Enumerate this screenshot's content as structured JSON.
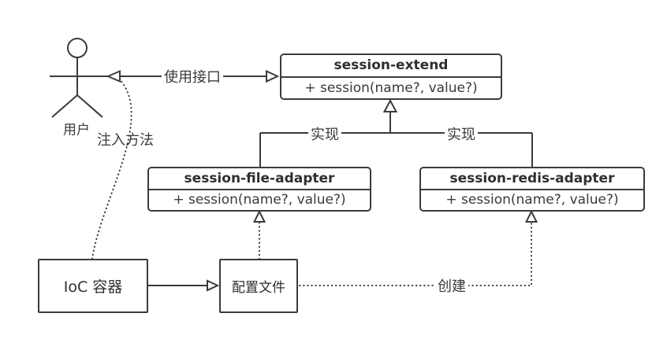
{
  "actor": {
    "label": "用户"
  },
  "classes": {
    "extend": {
      "title": "session-extend",
      "method": "+ session(name?, value?)"
    },
    "file": {
      "title": "session-file-adapter",
      "method": "+ session(name?, value?)"
    },
    "redis": {
      "title": "session-redis-adapter",
      "method": "+ session(name?, value?)"
    }
  },
  "nodes": {
    "ioc": "IoC 容器",
    "config": "配置文件"
  },
  "labels": {
    "use_interface": "使用接口",
    "inject_method": "注入方法",
    "realize_left": "实现",
    "realize_right": "实现",
    "create": "创建"
  },
  "colors": {
    "stroke": "#3b3b3b",
    "text": "#3a3a3a",
    "background": "#ffffff"
  }
}
